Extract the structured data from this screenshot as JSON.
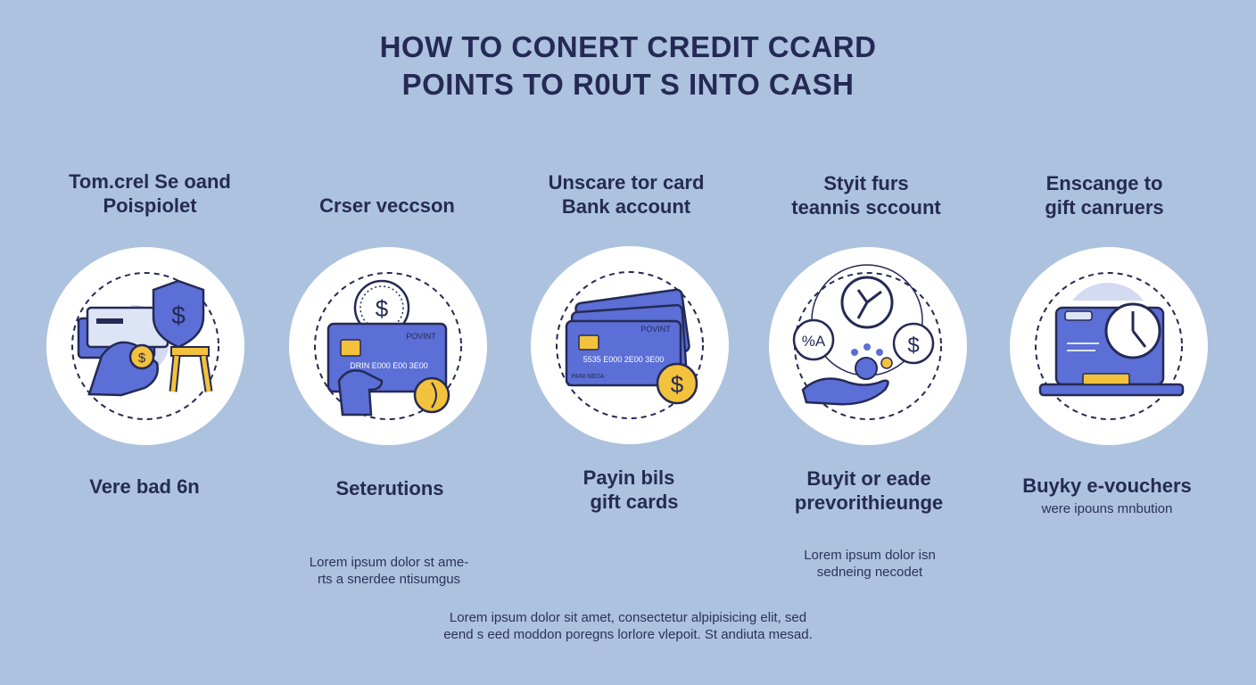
{
  "title": {
    "line1": "HOW TO  CONERT CREDIT CCARD",
    "line2": "POINTS TO R0UT S  INTO CASH"
  },
  "steps": [
    {
      "heading": [
        "Tom.crel Se oand",
        "Poispiolet"
      ],
      "caption": [
        "Vere bad 6n"
      ],
      "note": [],
      "icon": "card-stack-shield-coin-icon"
    },
    {
      "heading": [
        "Crser veccson"
      ],
      "caption": [
        "Seterutions"
      ],
      "note": [
        "Lorem ipsum dolor st ame-",
        "rts  a  snerdee  ntisumgus"
      ],
      "icon": "credit-card-hand-coin-icon",
      "card_text": "POVINT",
      "card_number": "DRIN  E000  E00  3E00"
    },
    {
      "heading": [
        "Unscare tor card",
        "Bank account"
      ],
      "caption": [
        "Payin bils",
        "gift cards"
      ],
      "note": [],
      "icon": "stacked-cards-dollar-icon",
      "card_text": "POVINT",
      "card_number": "5535  E000  2E00  3E00",
      "card_name": "PANI NEDA"
    },
    {
      "heading": [
        "Styit furs",
        "teannis sccount"
      ],
      "caption": [
        "Buyit or eade",
        "prevorithieunge"
      ],
      "note": [
        "Lorem ipsum dolor isn",
        "sedneing  necodet"
      ],
      "icon": "exchange-clock-hand-icon",
      "badge_text": "%A"
    },
    {
      "heading": [
        "Enscange to",
        "gift canruers"
      ],
      "caption": [
        "Buyky e-vouchers"
      ],
      "note": [
        "were  ipouns  mnbution"
      ],
      "icon": "laptop-clock-voucher-icon"
    }
  ],
  "footer": [
    "Lorem ipsum dolor  sit amet, consectetur alpipisicing elit, sed",
    "eend s eed moddon poregns lorlore vlepoit. St andiuta mesad."
  ],
  "colors": {
    "background": "#adc2df",
    "circle": "#ffffff",
    "accent_blue": "#5b6fd6",
    "dark_navy": "#252a55",
    "gold": "#f3c23c"
  }
}
